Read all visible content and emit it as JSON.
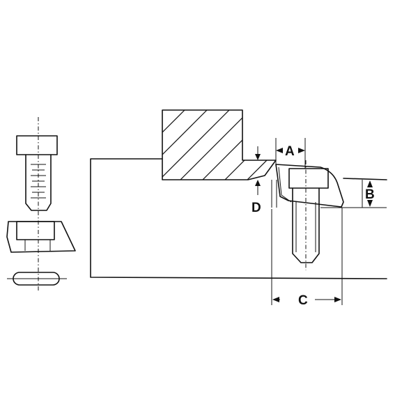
{
  "diagram": {
    "labels": {
      "a": "A",
      "b": "B",
      "c": "C",
      "d": "D"
    },
    "colors": {
      "ink": "#111111",
      "background": "#ffffff"
    }
  }
}
